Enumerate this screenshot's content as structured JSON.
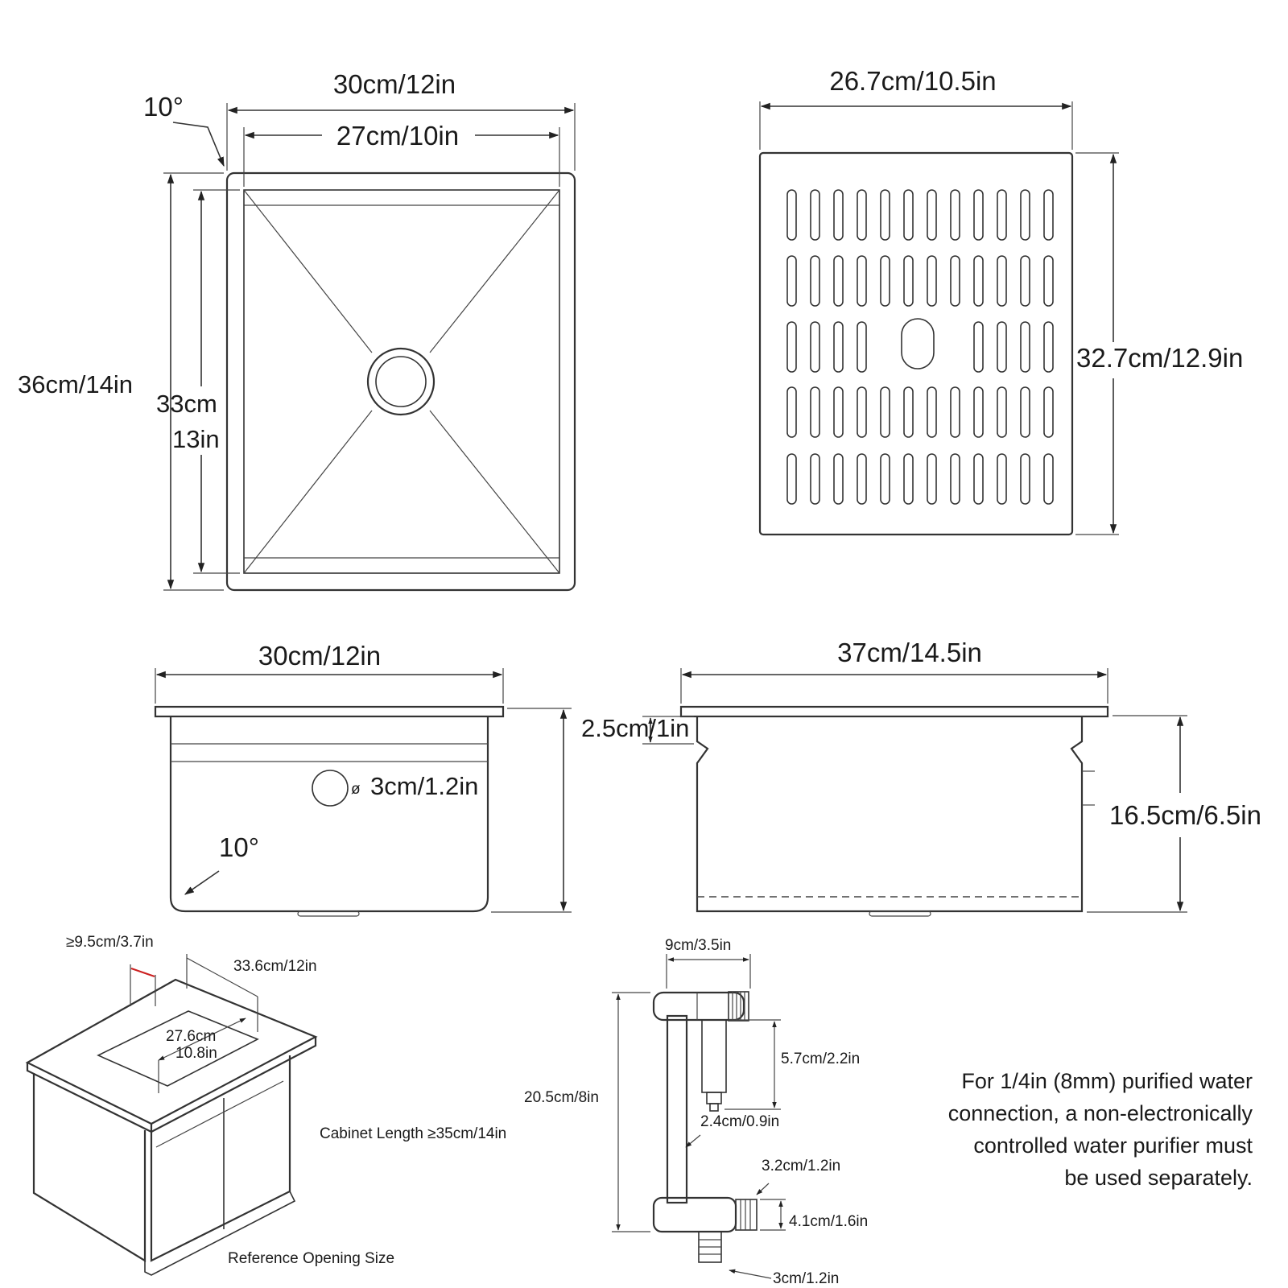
{
  "top_view": {
    "angle": "10°",
    "outer_width": "30cm/12in",
    "inner_width": "27cm/10in",
    "outer_length": "36cm/14in",
    "inner_length_cm": "33cm",
    "inner_length_in": "13in"
  },
  "grid_view": {
    "width": "26.7cm/10.5in",
    "length": "32.7cm/12.9in"
  },
  "front_view": {
    "width": "30cm/12in",
    "hole": "3cm/1.2in",
    "diameter_symbol": "ø",
    "angle": "10°"
  },
  "side_view": {
    "width": "37cm/14.5in",
    "rim_depth": "2.5cm/1in",
    "depth": "16.5cm/6.5in"
  },
  "cabinet": {
    "gap": "≥9.5cm/3.7in",
    "opening_length": "33.6cm/12in",
    "opening_width_cm": "27.6cm",
    "opening_width_in": "10.8in",
    "cabinet_length": "Cabinet Length ≥35cm/14in",
    "caption": "Reference Opening Size"
  },
  "faucet": {
    "width": "9cm/3.5in",
    "spout": "5.7cm/2.2in",
    "height": "20.5cm/8in",
    "pipe": "2.4cm/0.9in",
    "outlet": "3.2cm/1.2in",
    "base": "4.1cm/1.6in",
    "thread": "3cm/1.2in"
  },
  "note": {
    "line1": "For 1/4in (8mm) purified water",
    "line2": "connection, a non-electronically",
    "line3": "controlled water purifier must",
    "line4": "be used separately."
  }
}
